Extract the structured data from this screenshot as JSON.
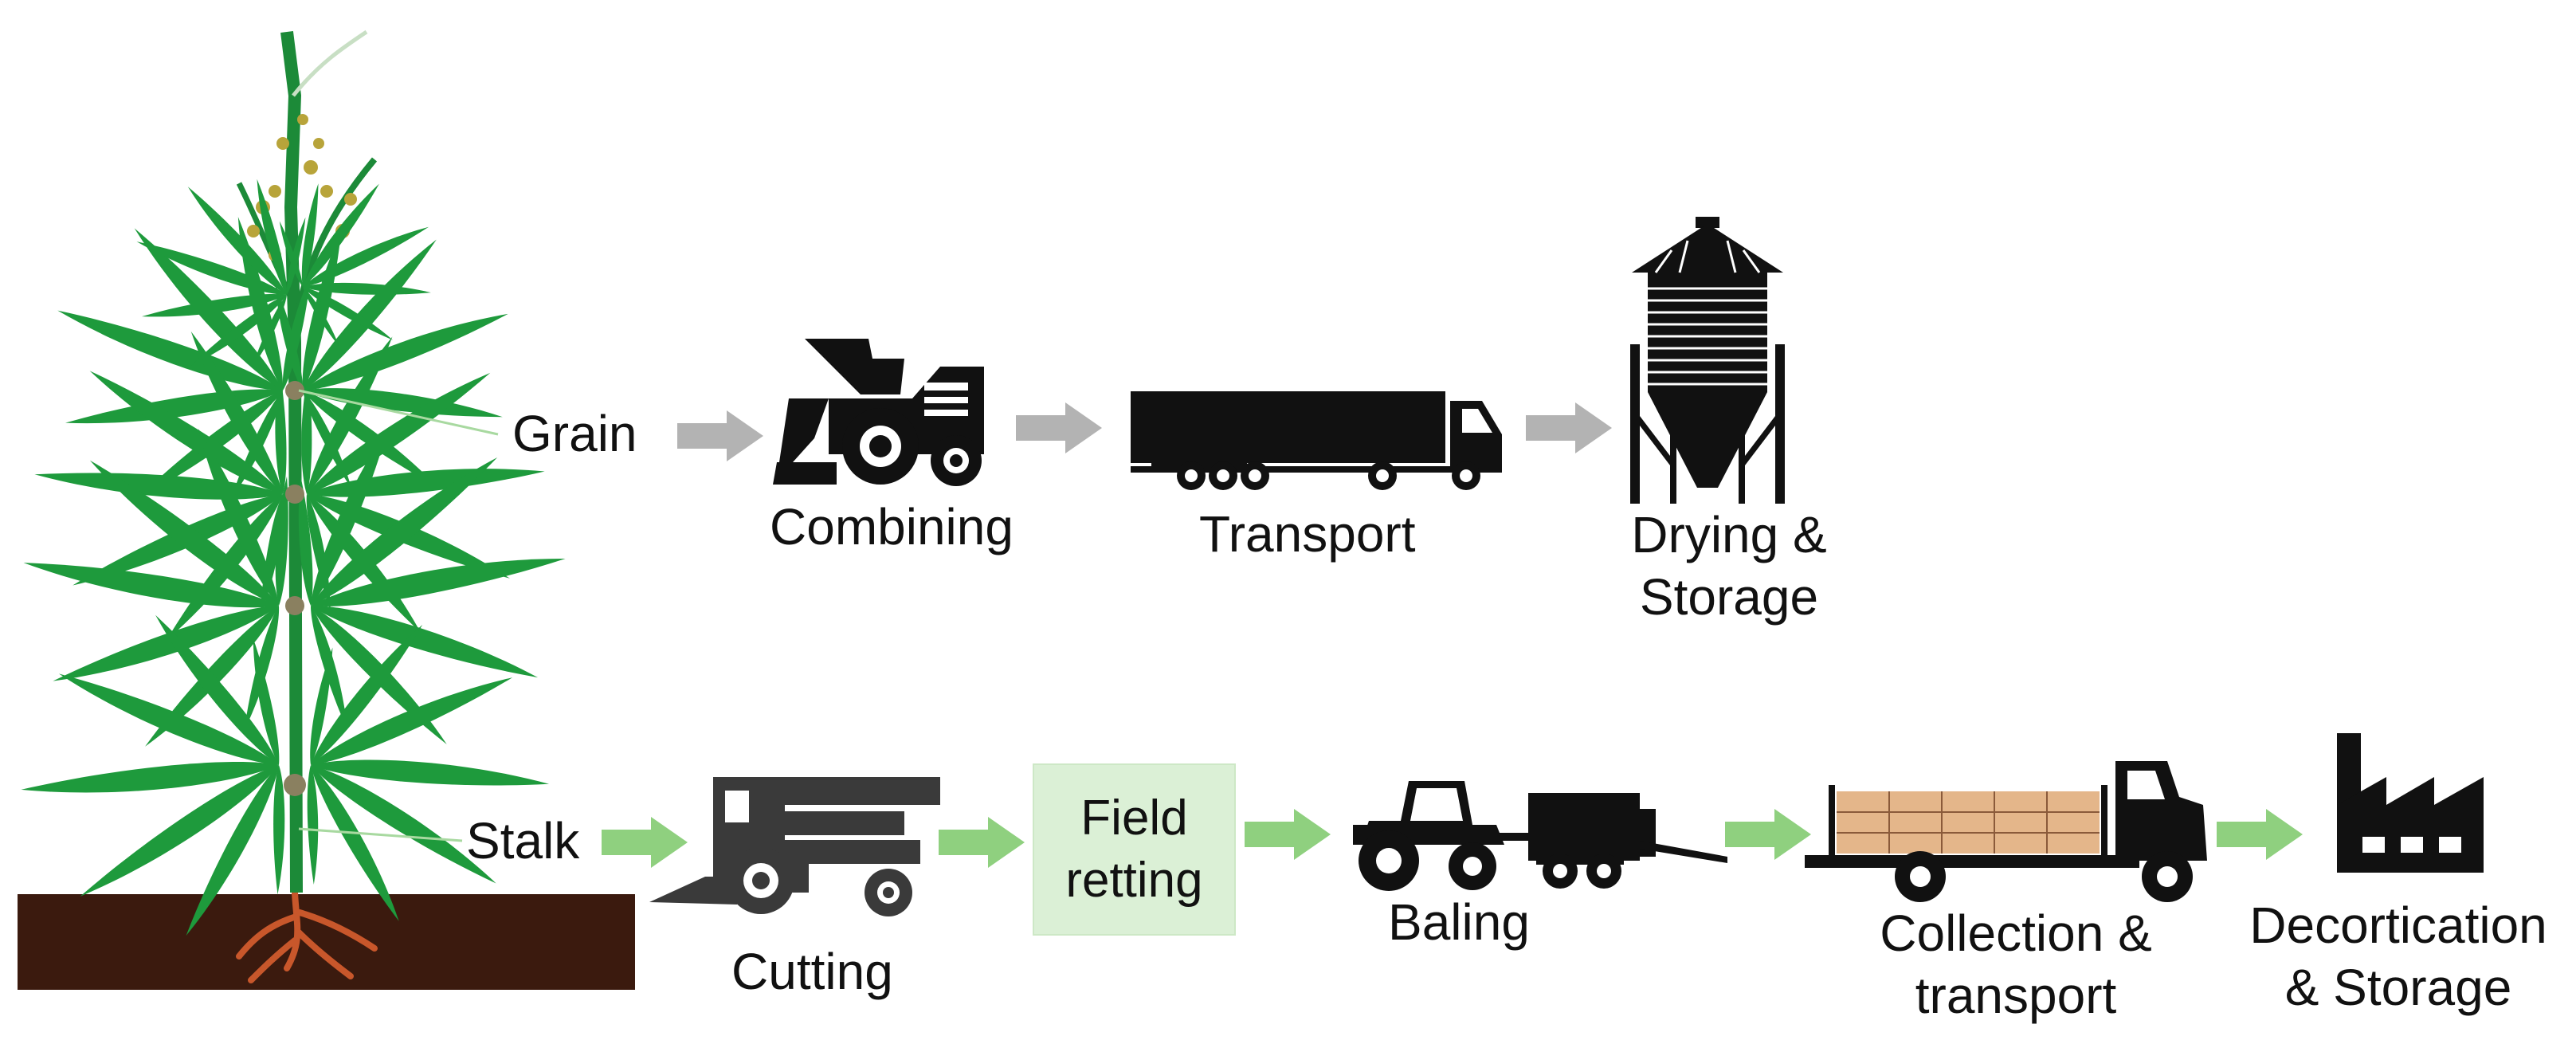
{
  "grain_chain": {
    "source_label": "Grain",
    "steps": [
      {
        "label": "Combining",
        "icon": "combine-harvester-icon"
      },
      {
        "label": "Transport",
        "icon": "semi-truck-icon"
      },
      {
        "label": "Drying &",
        "label2": "Storage",
        "icon": "grain-silo-icon"
      }
    ],
    "arrow_color": "#b3b3b3"
  },
  "stalk_chain": {
    "source_label": "Stalk",
    "steps": [
      {
        "label": "Cutting",
        "icon": "mower-harvester-icon"
      },
      {
        "label": "Field",
        "label2": "retting",
        "icon": "none"
      },
      {
        "label": "Baling",
        "icon": "tractor-baler-icon"
      },
      {
        "label": "Collection &",
        "label2": "transport",
        "icon": "flatbed-truck-icon"
      },
      {
        "label": "Decortication",
        "label2": "& Storage",
        "icon": "factory-icon"
      }
    ],
    "arrow_color": "#8fd07f",
    "retting_box_color": "#dbf0d6"
  },
  "plant": {
    "icon": "hemp-plant-icon",
    "leaf_color": "#1e9a3c",
    "soil_color": "#3b1a0e",
    "root_color": "#c8572b"
  }
}
